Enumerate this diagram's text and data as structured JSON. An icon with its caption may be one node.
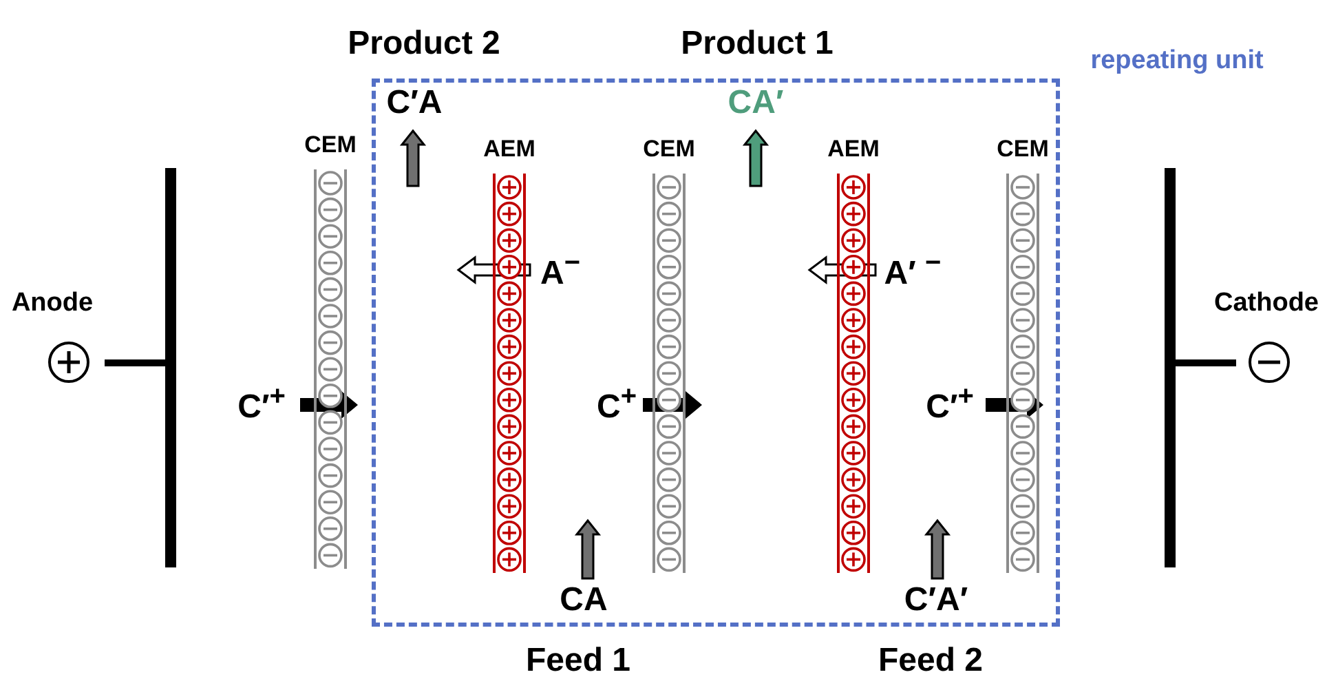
{
  "diagram": {
    "nodes": [
      {
        "text": [
          "repeating unit"
        ]
      },
      {
        "text": [
          "CEM"
        ]
      },
      {
        "text": [
          "AEM"
        ],
        "in": 0
      },
      {
        "text": [
          "CEM"
        ],
        "in": 0
      },
      {
        "text": [
          "AEM"
        ],
        "in": 0
      },
      {
        "text": [
          "CEM"
        ],
        "in": 0
      },
      {
        "text": [
          "Anode"
        ]
      },
      {
        "text": [
          "Cathode"
        ]
      }
    ],
    "labels": [
      "Product 2",
      "Product 1",
      "C′A",
      "CA′",
      "A$^{−}$",
      "A′ $^{−}$",
      "C′$^{+}$",
      "C$^{+}$",
      "C′$^{+}$",
      "CA",
      "C′A′",
      "Feed 1",
      "Feed 2"
    ]
  }
}
